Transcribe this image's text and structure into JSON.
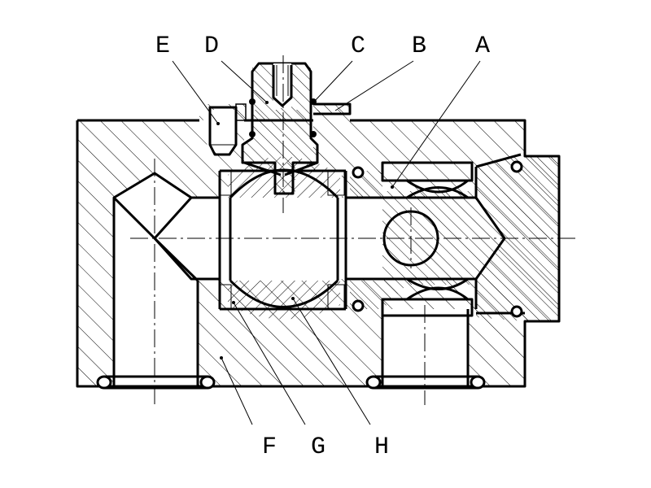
{
  "labels": {
    "A": "A",
    "B": "B",
    "C": "C",
    "D": "D",
    "E": "E",
    "F": "F",
    "G": "G",
    "H": "H"
  },
  "colors": {
    "line": "#000000",
    "background": "#ffffff"
  }
}
